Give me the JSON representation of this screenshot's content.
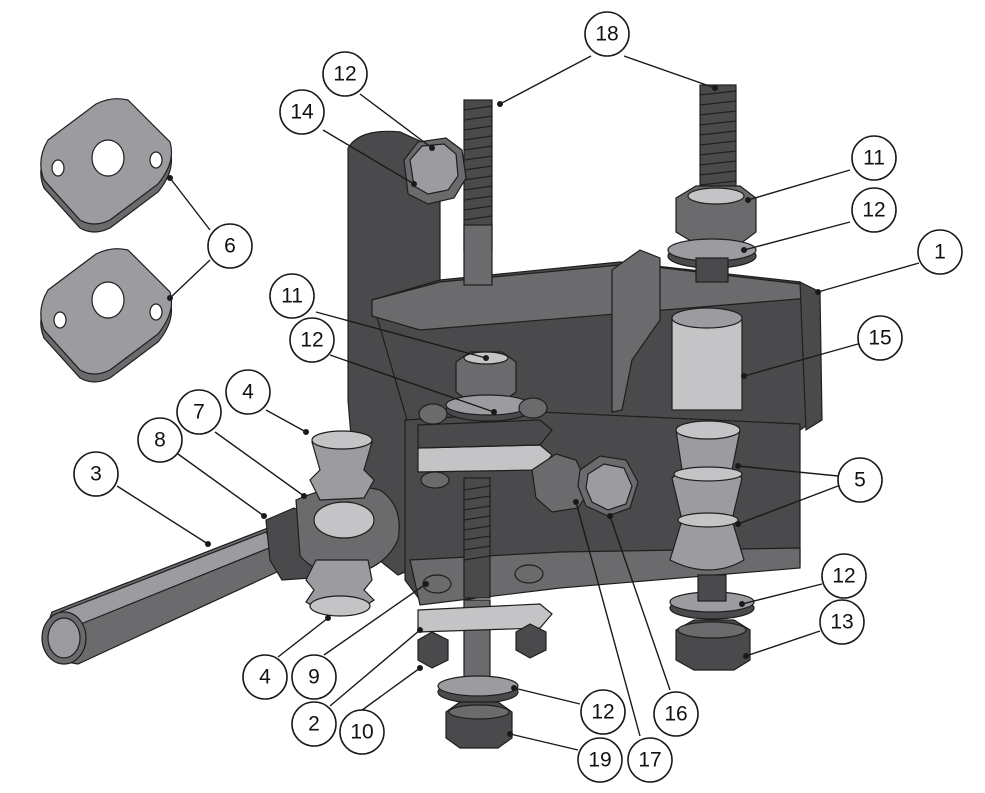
{
  "balloons": [
    {
      "id": "b18",
      "label": "18"
    },
    {
      "id": "b12-top",
      "label": "12"
    },
    {
      "id": "b14",
      "label": "14"
    },
    {
      "id": "b11-right",
      "label": "11"
    },
    {
      "id": "b12-right-upper",
      "label": "12"
    },
    {
      "id": "b1",
      "label": "1"
    },
    {
      "id": "b6",
      "label": "6"
    },
    {
      "id": "b11-left",
      "label": "11"
    },
    {
      "id": "b12-left",
      "label": "12"
    },
    {
      "id": "b15",
      "label": "15"
    },
    {
      "id": "b4-top",
      "label": "4"
    },
    {
      "id": "b7",
      "label": "7"
    },
    {
      "id": "b8",
      "label": "8"
    },
    {
      "id": "b3",
      "label": "3"
    },
    {
      "id": "b5",
      "label": "5"
    },
    {
      "id": "b12-right-lower",
      "label": "12"
    },
    {
      "id": "b13",
      "label": "13"
    },
    {
      "id": "b4-bottom",
      "label": "4"
    },
    {
      "id": "b9",
      "label": "9"
    },
    {
      "id": "b2",
      "label": "2"
    },
    {
      "id": "b10",
      "label": "10"
    },
    {
      "id": "b12-bottom",
      "label": "12"
    },
    {
      "id": "b16",
      "label": "16"
    },
    {
      "id": "b17",
      "label": "17"
    },
    {
      "id": "b19",
      "label": "19"
    }
  ]
}
